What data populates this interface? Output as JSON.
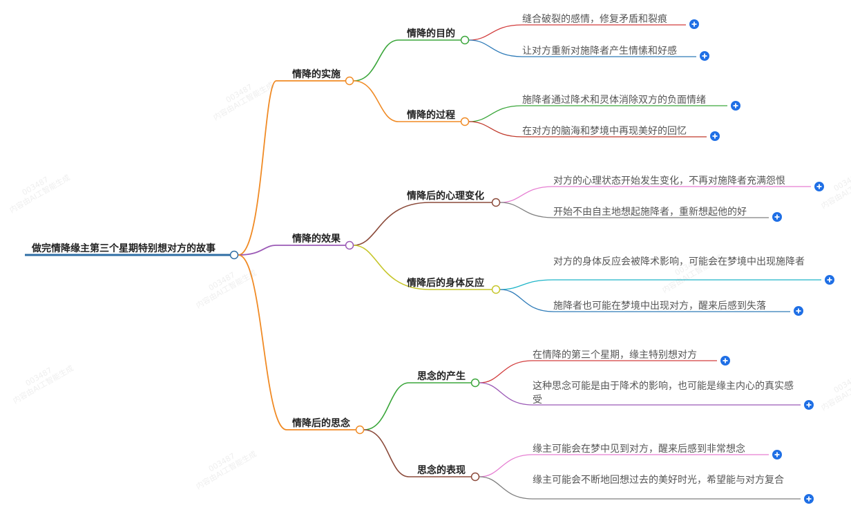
{
  "root": {
    "label": "做完情降缘主第三个星期特别想对方的故事"
  },
  "branches": [
    {
      "label": "情降的实施",
      "color": "#f08a24",
      "children": [
        {
          "label": "情降的目的",
          "color": "#3aa63a",
          "leaves": [
            {
              "text": "缝合破裂的感情，修复矛盾和裂痕",
              "color": "#d23c3c"
            },
            {
              "text": "让对方重新对施降者产生情愫和好感",
              "color": "#2e7bb8"
            }
          ]
        },
        {
          "label": "情降的过程",
          "color": "#f08a24",
          "leaves": [
            {
              "text": "施降者通过降术和灵体消除双方的负面情绪",
              "color": "#3aa63a"
            },
            {
              "text": "在对方的脑海和梦境中再现美好的回忆",
              "color": "#c0392b"
            }
          ]
        }
      ]
    },
    {
      "label": "情降的效果",
      "color": "#9b59b6",
      "children": [
        {
          "label": "情降后的心理变化",
          "color": "#8b4a3a",
          "leaves": [
            {
              "text": "对方的心理状态开始发生变化，不再对施降者充满怨恨",
              "color": "#e67ed2"
            },
            {
              "text": "开始不由自主地想起施降者，重新想起他的好",
              "color": "#7f7f7f"
            }
          ]
        },
        {
          "label": "情降后的身体反应",
          "color": "#c6c62a",
          "leaves": [
            {
              "text": "对方的身体反应会被降术影响，可能会在梦境中出现施降者",
              "color": "#1fb5c8"
            },
            {
              "text": "施降者也可能在梦境中出现对方，醒来后感到失落",
              "color": "#2e7bb8"
            }
          ]
        }
      ]
    },
    {
      "label": "情降后的思念",
      "color": "#f08a24",
      "children": [
        {
          "label": "思念的产生",
          "color": "#3aa63a",
          "leaves": [
            {
              "text": "在情降的第三个星期，缘主特别想对方",
              "color": "#d23c3c"
            },
            {
              "text": "这种思念可能是由于降术的影响，也可能是缘主内心的真实感受",
              "color": "#9b59b6"
            }
          ]
        },
        {
          "label": "思念的表现",
          "color": "#8b4a3a",
          "leaves": [
            {
              "text": "缘主可能会在梦中见到对方，醒来后感到非常想念",
              "color": "#e67ed2"
            },
            {
              "text": "缘主可能会不断地回想过去的美好时光，希望能与对方复合",
              "color": "#7f7f7f"
            }
          ]
        }
      ]
    }
  ],
  "colors": {
    "root_line": "#2e6da4",
    "plus_button": "#1f6fe5"
  },
  "watermark": {
    "lines": [
      "003487",
      "内容由AI工智能生成"
    ]
  },
  "icons": {
    "expand": "plus-circle-icon",
    "node_handle": "circle-node-icon"
  }
}
